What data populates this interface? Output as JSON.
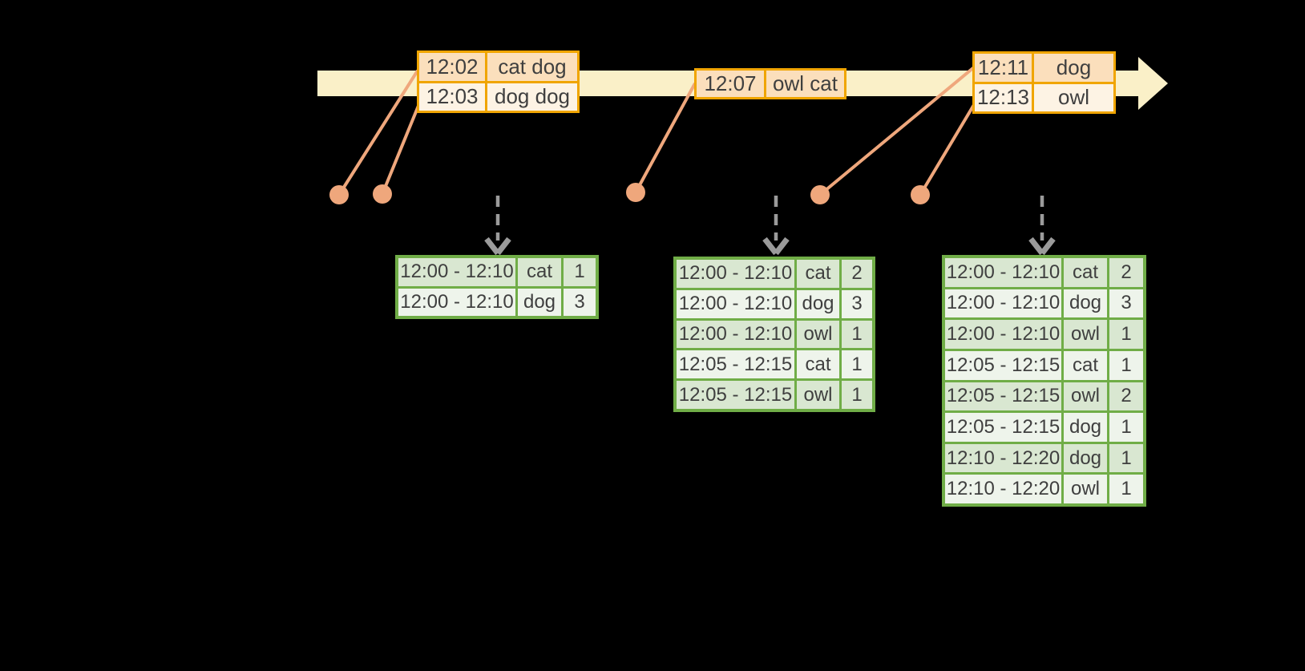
{
  "diagram": {
    "description": "Streaming windowed word-count diagram: events on a timeline are grouped into sliding time windows and aggregated into count tables"
  },
  "colors": {
    "background": "#000000",
    "timeline_fill": "#FAF0C8",
    "event_border": "#F0A500",
    "event_row_dark": "#FBDFBC",
    "event_row_light": "#FDF3E4",
    "connector": "#EFA77C",
    "result_border": "#70AD47",
    "result_row_dark": "#D9E7D1",
    "result_row_light": "#EEF4EB",
    "dashed_arrow": "#9B9B9B",
    "text": "#3F3F3F"
  },
  "event_tables": [
    {
      "rows": [
        {
          "time": "12:02",
          "words": "cat dog"
        },
        {
          "time": "12:03",
          "words": "dog dog"
        }
      ]
    },
    {
      "rows": [
        {
          "time": "12:07",
          "words": "owl cat"
        }
      ]
    },
    {
      "rows": [
        {
          "time": "12:11",
          "words": "dog"
        },
        {
          "time": "12:13",
          "words": "owl"
        }
      ]
    }
  ],
  "result_tables": [
    {
      "rows": [
        {
          "window": "12:00 - 12:10",
          "word": "cat",
          "count": "1"
        },
        {
          "window": "12:00 - 12:10",
          "word": "dog",
          "count": "3"
        }
      ]
    },
    {
      "rows": [
        {
          "window": "12:00 - 12:10",
          "word": "cat",
          "count": "2"
        },
        {
          "window": "12:00 - 12:10",
          "word": "dog",
          "count": "3"
        },
        {
          "window": "12:00 - 12:10",
          "word": "owl",
          "count": "1"
        },
        {
          "window": "12:05 - 12:15",
          "word": "cat",
          "count": "1"
        },
        {
          "window": "12:05 - 12:15",
          "word": "owl",
          "count": "1"
        }
      ]
    },
    {
      "rows": [
        {
          "window": "12:00 - 12:10",
          "word": "cat",
          "count": "2"
        },
        {
          "window": "12:00 - 12:10",
          "word": "dog",
          "count": "3"
        },
        {
          "window": "12:00 - 12:10",
          "word": "owl",
          "count": "1"
        },
        {
          "window": "12:05 - 12:15",
          "word": "cat",
          "count": "1"
        },
        {
          "window": "12:05 - 12:15",
          "word": "owl",
          "count": "2"
        },
        {
          "window": "12:05 - 12:15",
          "word": "dog",
          "count": "1"
        },
        {
          "window": "12:10 - 12:20",
          "word": "dog",
          "count": "1"
        },
        {
          "window": "12:10 - 12:20",
          "word": "owl",
          "count": "1"
        }
      ]
    }
  ]
}
